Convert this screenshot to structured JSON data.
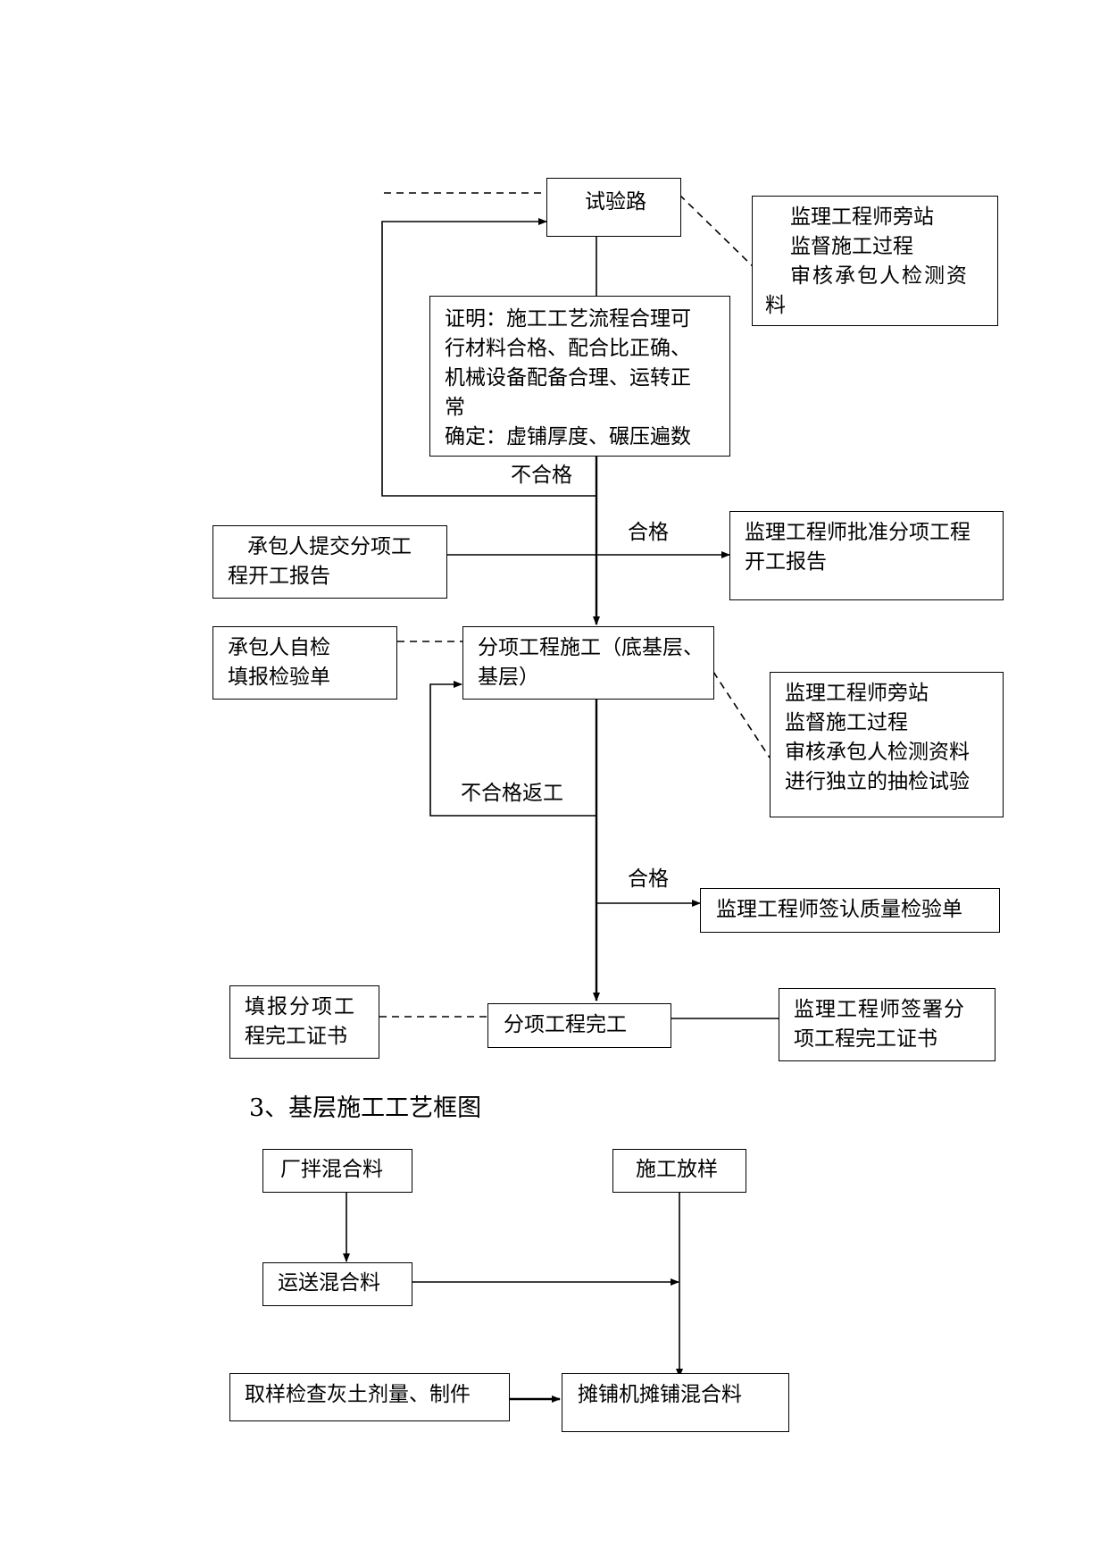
{
  "flow1": {
    "trial_road": "试验路",
    "supervision_top": [
      "监理工程师旁站",
      "监督施工过程",
      "审核承包人检测资",
      "料"
    ],
    "proof": [
      "证明：施工工艺流程合理可",
      "行材料合格、配合比正确、",
      "机械设备配备合理、运转正",
      "常",
      "确定：虚铺厚度、碾压遍数"
    ],
    "unqualified": "不合格",
    "qualified_1": "合格",
    "contractor_submit": [
      "承包人提交分项工",
      "程开工报告"
    ],
    "approve_start": [
      "监理工程师批准分项工程",
      "开工报告"
    ],
    "self_check": [
      "承包人自检",
      "填报检验单"
    ],
    "construction": [
      "分项工程施工（底基层、",
      "基层）"
    ],
    "supervision_mid": [
      "监理工程师旁站",
      "监督施工过程",
      "审核承包人检测资料",
      "进行独立的抽检试验"
    ],
    "rework": "不合格返工",
    "qualified_2": "合格",
    "sign_quality": "监理工程师签认质量检验单",
    "fill_cert": [
      "填报分项工",
      "程完工证书"
    ],
    "completion": "分项工程完工",
    "sign_cert": [
      "监理工程师签署分",
      "项工程完工证书"
    ]
  },
  "section_title": "3、基层施工工艺框图",
  "flow2": {
    "plant_mix": "厂拌混合料",
    "staking": "施工放样",
    "transport": "运送混合料",
    "sampling": "取样检查灰土剂量、制件",
    "paving": "摊铺机摊铺混合料"
  }
}
